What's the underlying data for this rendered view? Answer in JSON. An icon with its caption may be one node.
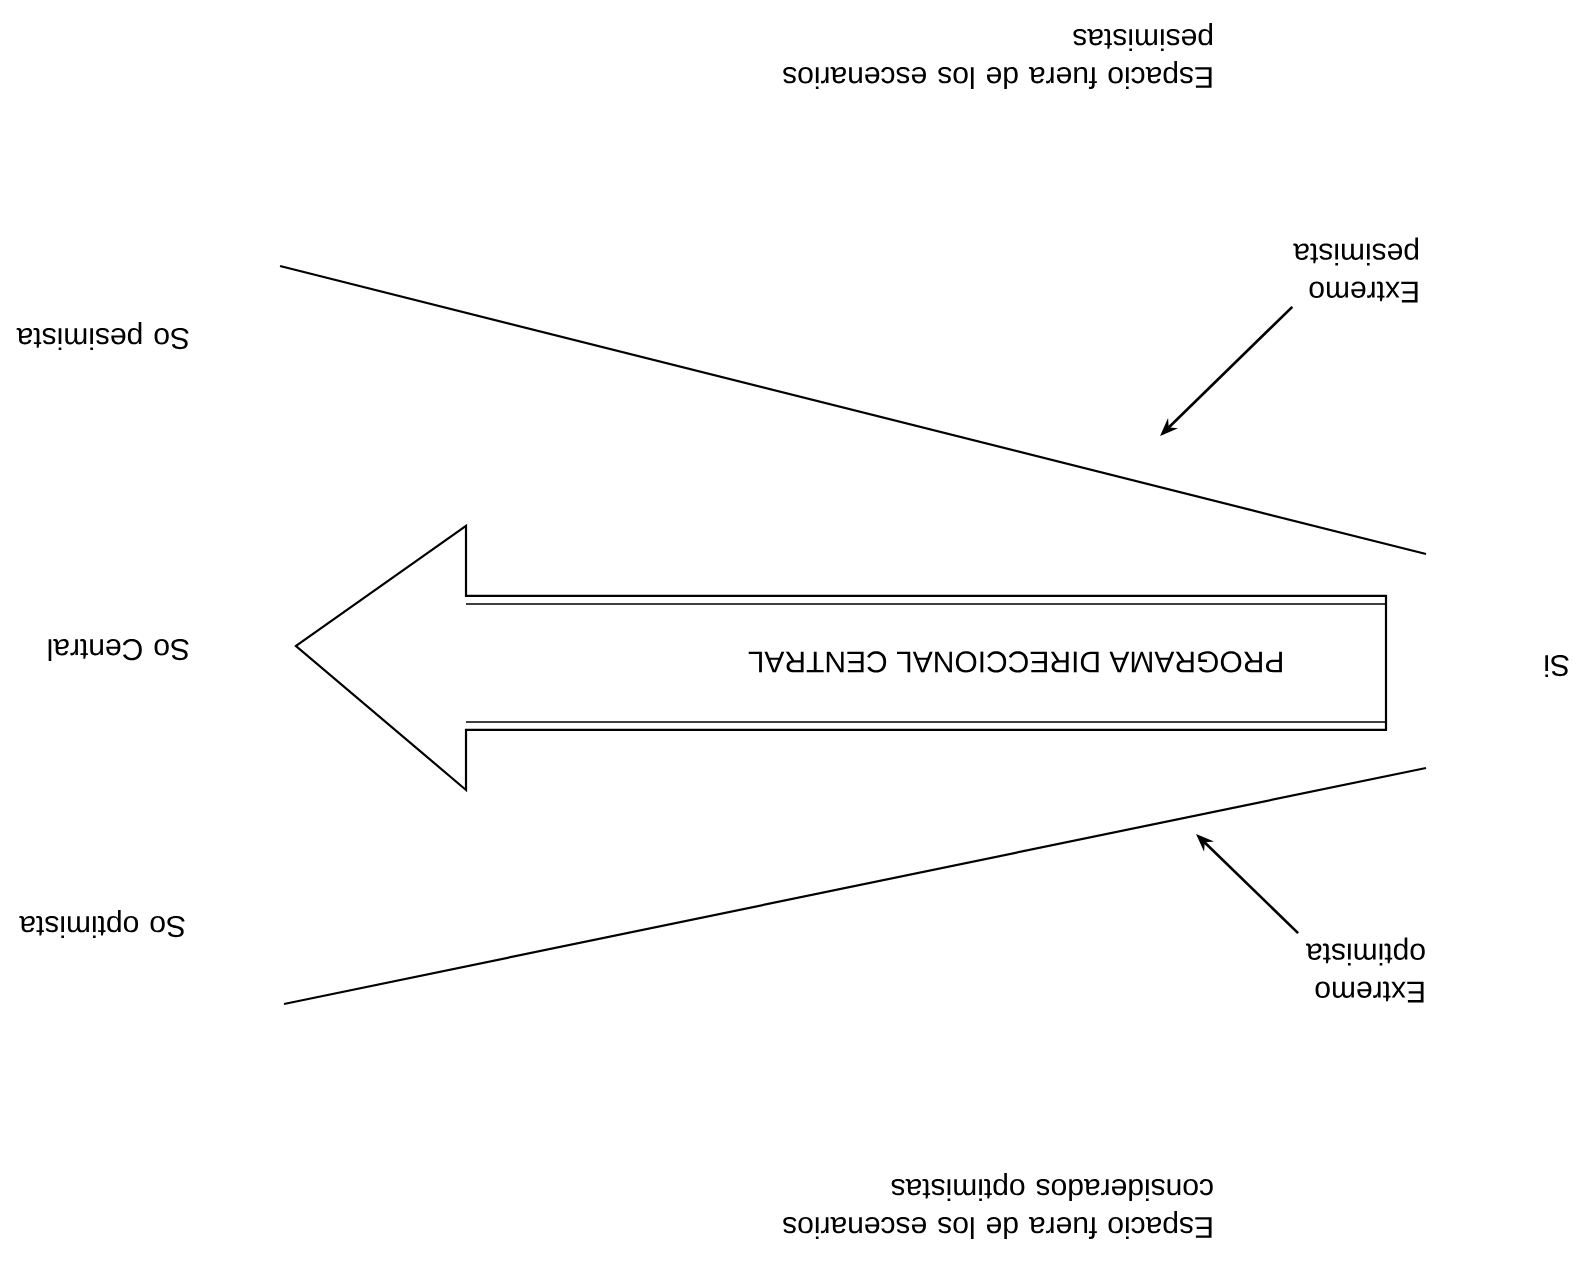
{
  "diagram": {
    "nodes": [
      {
        "text": [
          "Extremo pesimista"
        ]
      },
      {
        "text": [
          "PROGRAMA DIRECCIONAL CENTRAL"
        ]
      },
      {
        "text": [
          "Extremo optimista"
        ]
      }
    ],
    "edges": [
      {
        "from": 0,
        "to": null,
        "arrow": "to"
      },
      {
        "from": 2,
        "to": null,
        "arrow": "to"
      }
    ],
    "labels": [
      "Espacio fuera de los escenarios pesimistas",
      "So pesimista",
      "So Central",
      "Si",
      "So optimista",
      "Espacio fuera de los escenarios considerados optimistas"
    ]
  }
}
